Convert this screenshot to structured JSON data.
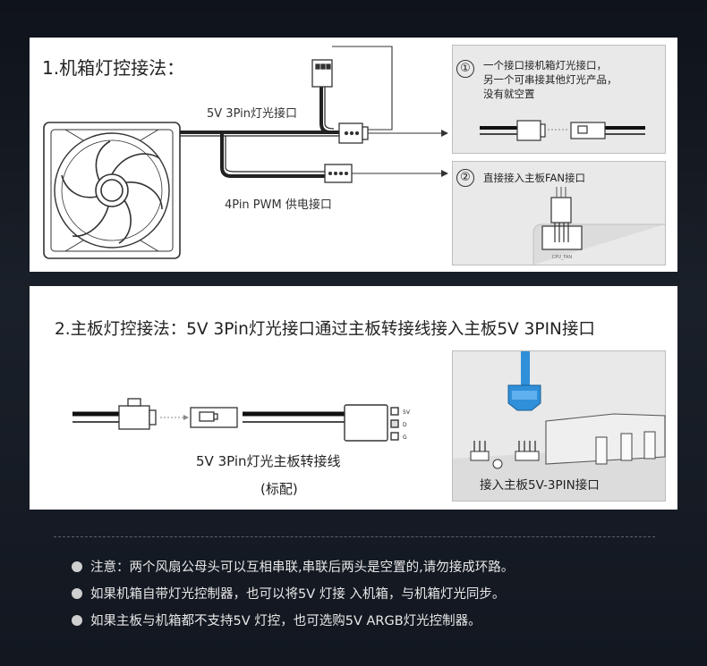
{
  "section1": {
    "title": "1.机箱灯控接法：",
    "label_3pin": "5V 3Pin灯光接口",
    "label_4pin": "4Pin PWM 供电接口",
    "box1": {
      "number": "①",
      "lines": [
        "一个接口接机箱灯光接口，",
        "另一个可串接其他灯光产品，",
        "没有就空置"
      ]
    },
    "box2": {
      "number": "②",
      "text": "直接接入主板FAN接口",
      "header_marking": "CPU_FAN"
    }
  },
  "section2": {
    "title": "2.主板灯控接法：5V 3Pin灯光接口通过主板转接线接入主板5V 3PIN接口",
    "cable_label": "5V 3Pin灯光主板转接线",
    "cable_note": "(标配)",
    "pin_labels": [
      "5V",
      "D",
      "G"
    ],
    "box_caption": "接入主板5V-3PIN接口"
  },
  "notes": [
    "注意：两个风扇公母头可以互相串联,串联后两头是空置的,请勿接成环路。",
    "如果机箱自带灯光控制器，也可以将5V 灯接 入机箱，与机箱灯光同步。",
    "如果主板与机箱都不支持5V 灯控，也可选购5V ARGB灯光控制器。"
  ],
  "colors": {
    "background": "#151a22",
    "panel": "#ffffff",
    "box": "#e9e9e9",
    "connector_blue": "#2f8fd8"
  }
}
